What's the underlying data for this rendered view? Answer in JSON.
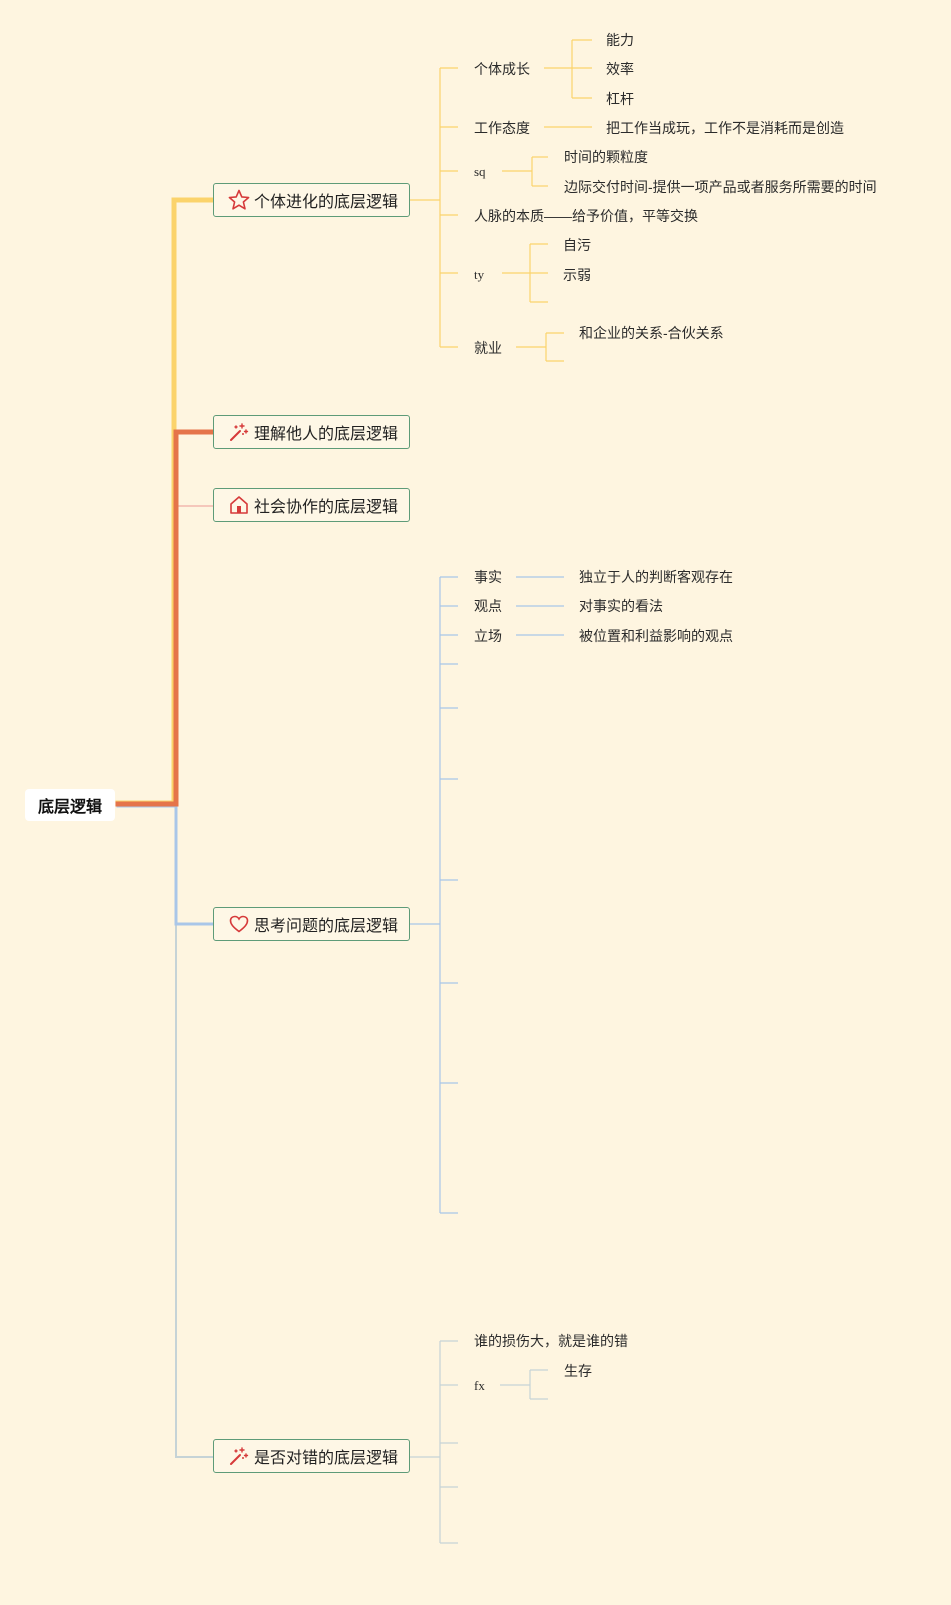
{
  "root": {
    "label": "底层逻辑"
  },
  "colors": {
    "background": "#fef5e0",
    "branch_border": "#5e9b78",
    "yellow": "#fbd36b",
    "orange": "#e5744a",
    "pink": "#f5c7bb",
    "blue": "#a9c6e8",
    "grey_blue": "#c6d3d6",
    "icon_red": "#d63a3a"
  },
  "branches": [
    {
      "label": "个体进化的底层逻辑",
      "icon": "star-icon",
      "children": [
        {
          "label": "个体成长",
          "children": [
            {
              "label": "能力"
            },
            {
              "label": "效率"
            },
            {
              "label": "杠杆"
            }
          ]
        },
        {
          "label": "工作态度",
          "children": [
            {
              "label": "把工作当成玩，工作不是消耗而是创造"
            }
          ]
        },
        {
          "label": "sq",
          "children": [
            {
              "label": "时间的颗粒度"
            },
            {
              "label": "边际交付时间-提供一项产品或者服务所需要的时间"
            }
          ]
        },
        {
          "label": "人脉的本质——给予价值，平等交换"
        },
        {
          "label": "ty",
          "children": [
            {
              "label": "自污"
            },
            {
              "label": "示弱"
            }
          ]
        },
        {
          "label": "就业",
          "children": [
            {
              "label": "和企业的关系-合伙关系"
            }
          ]
        }
      ]
    },
    {
      "label": "理解他人的底层逻辑",
      "icon": "magic-wand-icon"
    },
    {
      "label": "社会协作的底层逻辑",
      "icon": "house-icon"
    },
    {
      "label": "思考问题的底层逻辑",
      "icon": "heart-icon",
      "children": [
        {
          "label": "事实",
          "children": [
            {
              "label": "独立于人的判断客观存在"
            }
          ]
        },
        {
          "label": "观点",
          "children": [
            {
              "label": "对事实的看法"
            }
          ]
        },
        {
          "label": "立场",
          "children": [
            {
              "label": "被位置和利益影响的观点"
            }
          ]
        }
      ]
    },
    {
      "label": "是否对错的底层逻辑",
      "icon": "magic-wand-icon",
      "children": [
        {
          "label": "谁的损伤大，就是谁的错"
        },
        {
          "label": "fx",
          "children": [
            {
              "label": "生存"
            }
          ]
        }
      ]
    }
  ]
}
